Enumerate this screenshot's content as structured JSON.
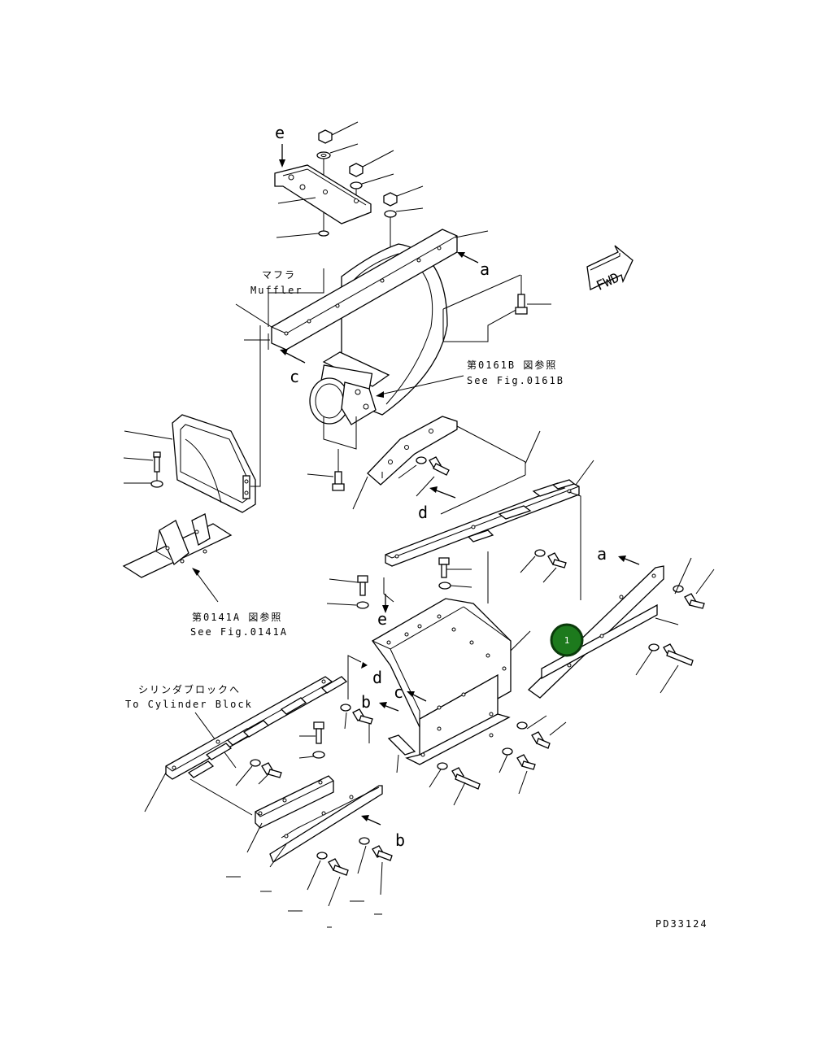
{
  "colors": {
    "line": "#000000",
    "callout_fill": "#1d7a1d",
    "callout_stroke": "#0b3a0b",
    "callout_text": "#ffffff"
  },
  "icons": {
    "forward_arrow": "fwd-arrow-icon"
  },
  "labels": {
    "muffler_jp": "マフラ",
    "muffler_en": "Muffler",
    "see_0161b_jp": "第0161B 図参照",
    "see_0161b_en": "See Fig.0161B",
    "see_0141a_jp": "第0141A 図参照",
    "see_0141a_en": "See Fig.0141A",
    "to_cylinder_jp": "シリンダブロックへ",
    "to_cylinder_en": "To Cylinder Block",
    "fwd": "FWD",
    "drawing_no": "PD33124"
  },
  "refs": {
    "e_top": "e",
    "a_top": "a",
    "c_top": "c",
    "d_mid": "d",
    "a_right": "a",
    "e_mid": "e",
    "d_low": "d",
    "c_low": "c",
    "b_low": "b",
    "b_bottom": "b"
  },
  "callouts": [
    {
      "number": "1"
    }
  ]
}
